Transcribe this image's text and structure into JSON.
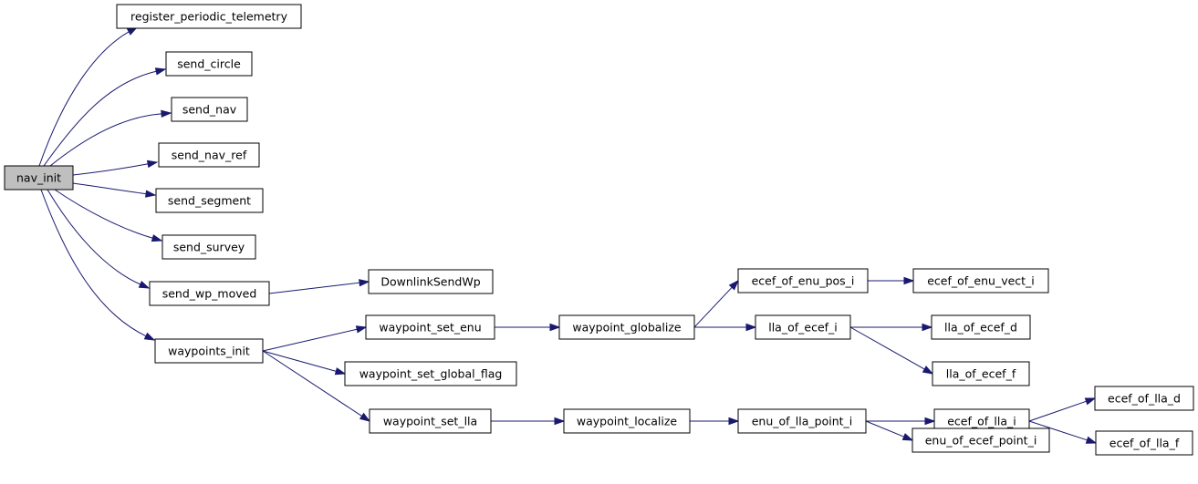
{
  "graph": {
    "nodes": [
      {
        "id": "nav_init",
        "label": "nav_init",
        "root": true
      },
      {
        "id": "register_periodic_telemetry",
        "label": "register_periodic_telemetry"
      },
      {
        "id": "send_circle",
        "label": "send_circle"
      },
      {
        "id": "send_nav",
        "label": "send_nav"
      },
      {
        "id": "send_nav_ref",
        "label": "send_nav_ref"
      },
      {
        "id": "send_segment",
        "label": "send_segment"
      },
      {
        "id": "send_survey",
        "label": "send_survey"
      },
      {
        "id": "send_wp_moved",
        "label": "send_wp_moved"
      },
      {
        "id": "waypoints_init",
        "label": "waypoints_init"
      },
      {
        "id": "DownlinkSendWp",
        "label": "DownlinkSendWp"
      },
      {
        "id": "waypoint_set_enu",
        "label": "waypoint_set_enu"
      },
      {
        "id": "waypoint_set_global_flag",
        "label": "waypoint_set_global_flag"
      },
      {
        "id": "waypoint_set_lla",
        "label": "waypoint_set_lla"
      },
      {
        "id": "waypoint_globalize",
        "label": "waypoint_globalize"
      },
      {
        "id": "waypoint_localize",
        "label": "waypoint_localize"
      },
      {
        "id": "ecef_of_enu_pos_i",
        "label": "ecef_of_enu_pos_i"
      },
      {
        "id": "lla_of_ecef_i",
        "label": "lla_of_ecef_i"
      },
      {
        "id": "enu_of_lla_point_i",
        "label": "enu_of_lla_point_i"
      },
      {
        "id": "ecef_of_enu_vect_i",
        "label": "ecef_of_enu_vect_i"
      },
      {
        "id": "lla_of_ecef_d",
        "label": "lla_of_ecef_d"
      },
      {
        "id": "lla_of_ecef_f",
        "label": "lla_of_ecef_f"
      },
      {
        "id": "ecef_of_lla_i",
        "label": "ecef_of_lla_i"
      },
      {
        "id": "enu_of_ecef_point_i",
        "label": "enu_of_ecef_point_i"
      },
      {
        "id": "ecef_of_lla_d",
        "label": "ecef_of_lla_d"
      },
      {
        "id": "ecef_of_lla_f",
        "label": "ecef_of_lla_f"
      }
    ],
    "edges": [
      {
        "from": "nav_init",
        "to": "register_periodic_telemetry"
      },
      {
        "from": "nav_init",
        "to": "send_circle"
      },
      {
        "from": "nav_init",
        "to": "send_nav"
      },
      {
        "from": "nav_init",
        "to": "send_nav_ref"
      },
      {
        "from": "nav_init",
        "to": "send_segment"
      },
      {
        "from": "nav_init",
        "to": "send_survey"
      },
      {
        "from": "nav_init",
        "to": "send_wp_moved"
      },
      {
        "from": "nav_init",
        "to": "waypoints_init"
      },
      {
        "from": "send_wp_moved",
        "to": "DownlinkSendWp"
      },
      {
        "from": "waypoints_init",
        "to": "waypoint_set_enu"
      },
      {
        "from": "waypoints_init",
        "to": "waypoint_set_global_flag"
      },
      {
        "from": "waypoints_init",
        "to": "waypoint_set_lla"
      },
      {
        "from": "waypoint_set_enu",
        "to": "waypoint_globalize"
      },
      {
        "from": "waypoint_globalize",
        "to": "ecef_of_enu_pos_i"
      },
      {
        "from": "waypoint_globalize",
        "to": "lla_of_ecef_i"
      },
      {
        "from": "ecef_of_enu_pos_i",
        "to": "ecef_of_enu_vect_i"
      },
      {
        "from": "lla_of_ecef_i",
        "to": "lla_of_ecef_d"
      },
      {
        "from": "lla_of_ecef_i",
        "to": "lla_of_ecef_f"
      },
      {
        "from": "waypoint_set_lla",
        "to": "waypoint_localize"
      },
      {
        "from": "waypoint_localize",
        "to": "enu_of_lla_point_i"
      },
      {
        "from": "enu_of_lla_point_i",
        "to": "ecef_of_lla_i"
      },
      {
        "from": "enu_of_lla_point_i",
        "to": "enu_of_ecef_point_i"
      },
      {
        "from": "ecef_of_lla_i",
        "to": "ecef_of_lla_d"
      },
      {
        "from": "ecef_of_lla_i",
        "to": "ecef_of_lla_f"
      }
    ]
  },
  "colors": {
    "edge": "#191970",
    "root_fill": "#bfbfbf",
    "node_fill": "#ffffff",
    "node_stroke": "#000000"
  }
}
